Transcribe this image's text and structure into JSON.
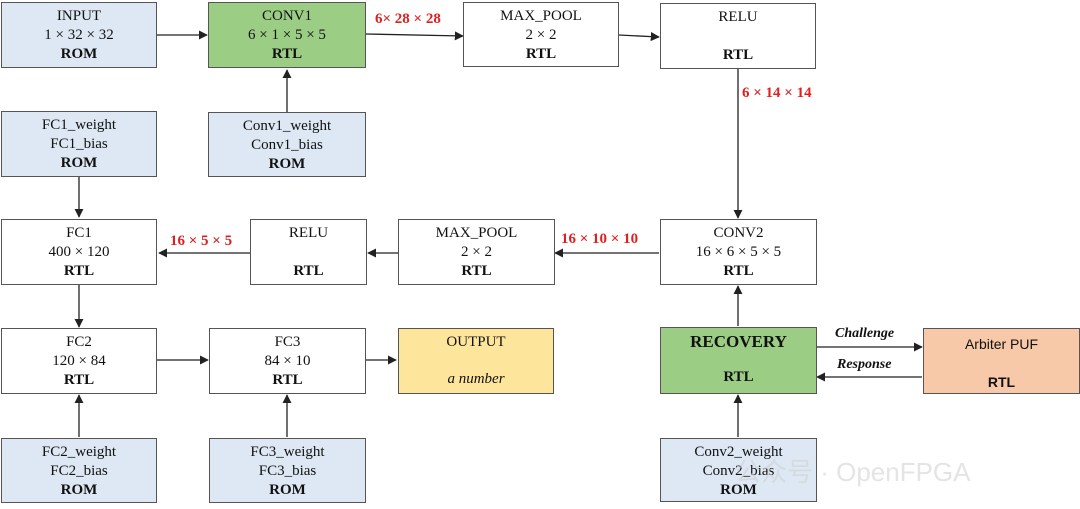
{
  "blocks": {
    "input": {
      "l1": "INPUT",
      "l2": "1 × 32 × 32",
      "l3": "ROM"
    },
    "conv1": {
      "l1": "CONV1",
      "l2": "6 × 1 × 5 × 5",
      "l3": "RTL"
    },
    "maxpool1": {
      "l1": "MAX_POOL",
      "l2": "2 × 2",
      "l3": "RTL"
    },
    "relu1": {
      "l1": "RELU",
      "l3": "RTL"
    },
    "conv1_weights": {
      "l1": "Conv1_weight",
      "l2": "Conv1_bias",
      "l3": "ROM"
    },
    "fc1_weights": {
      "l1": "FC1_weight",
      "l2": "FC1_bias",
      "l3": "ROM"
    },
    "fc1": {
      "l1": "FC1",
      "l2": "400 × 120",
      "l3": "RTL"
    },
    "relu2": {
      "l1": "RELU",
      "l3": "RTL"
    },
    "maxpool2": {
      "l1": "MAX_POOL",
      "l2": "2 × 2",
      "l3": "RTL"
    },
    "conv2": {
      "l1": "CONV2",
      "l2": "16 × 6 × 5 × 5",
      "l3": "RTL"
    },
    "fc2": {
      "l1": "FC2",
      "l2": "120 × 84",
      "l3": "RTL"
    },
    "fc3": {
      "l1": "FC3",
      "l2": "84 × 10",
      "l3": "RTL"
    },
    "output": {
      "l1": "OUTPUT",
      "l2": "a number"
    },
    "recovery": {
      "l1": "RECOVERY",
      "l3": "RTL"
    },
    "puf": {
      "l1": "Arbiter PUF",
      "l3": "RTL"
    },
    "fc2_weights": {
      "l1": "FC2_weight",
      "l2": "FC2_bias",
      "l3": "ROM"
    },
    "fc3_weights": {
      "l1": "FC3_weight",
      "l2": "FC3_bias",
      "l3": "ROM"
    },
    "conv2_weights": {
      "l1": "Conv2_weight",
      "l2": "Conv2_bias",
      "l3": "ROM"
    }
  },
  "dims": {
    "conv1_out": "6× 28 × 28",
    "relu1_out": "6 × 14 × 14",
    "conv2_out": "16 × 10 × 10",
    "relu2_out": "16 × 5 × 5"
  },
  "signals": {
    "challenge": "Challenge",
    "response": "Response"
  },
  "watermark": "公众号 · OpenFPGA",
  "colors": {
    "rom": "#dde8f4",
    "rtl_green": "#9bcd85",
    "output": "#fde59b",
    "puf": "#f7c9a8",
    "dim_label": "#e02020"
  }
}
